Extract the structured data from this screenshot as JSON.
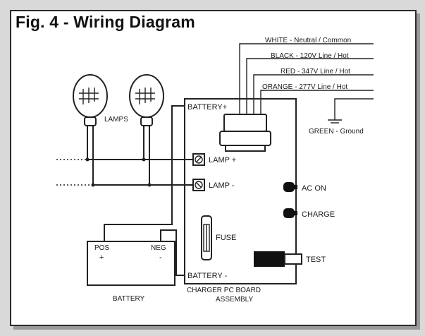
{
  "figure": {
    "title": "Fig. 4 - Wiring Diagram"
  },
  "wires": {
    "white": "WHITE - Neutral / Common",
    "black": "BLACK - 120V Line / Hot",
    "red": "RED - 347V Line / Hot",
    "orange": "ORANGE - 277V Line / Hot",
    "green": "GREEN - Ground"
  },
  "labels": {
    "lamps": "LAMPS",
    "battery_plus": "BATTERY+",
    "battery_minus": "BATTERY -",
    "lamp_plus": "LAMP +",
    "lamp_minus": "LAMP -",
    "ac_on": "AC ON",
    "charge": "CHARGE",
    "fuse": "FUSE",
    "test": "TEST",
    "pos": "POS",
    "neg": "NEG",
    "plus_sign": "+",
    "minus_sign": "-",
    "battery": "BATTERY",
    "board_line1": "CHARGER PC BOARD",
    "board_line2": "ASSEMBLY"
  },
  "colors": {
    "page_bg": "#d9d9d9",
    "frame_border": "#2b2b2b",
    "line": "#222222",
    "led_fill": "#111111"
  }
}
